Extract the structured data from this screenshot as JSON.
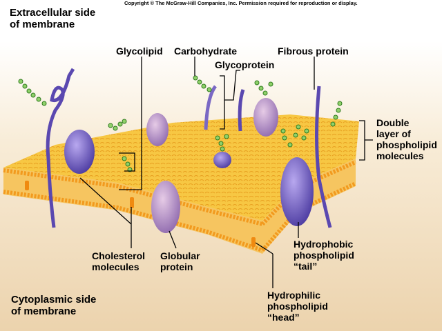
{
  "copyright": "Copyright © The McGraw-Hill Companies, Inc. Permission required for reproduction or display.",
  "labels": {
    "extracellular": [
      "Extracellular side",
      "of membrane"
    ],
    "glycolipid": "Glycolipid",
    "carbohydrate": "Carbohydrate",
    "glycoprotein": "Glycoprotein",
    "fibrous": "Fibrous protein",
    "double_layer": [
      "Double",
      "layer of",
      "phospholipid",
      "molecules"
    ],
    "cholesterol": [
      "Cholesterol",
      "molecules"
    ],
    "globular": [
      "Globular",
      "protein"
    ],
    "hydrophobic": [
      "Hydrophobic",
      "phospholipid",
      "“tail”"
    ],
    "hydrophilic": [
      "Hydrophilic",
      "phospholipid",
      "“head”"
    ],
    "cytoplasmic": [
      "Cytoplasmic side",
      "of membrane"
    ]
  },
  "colors": {
    "membrane_top": "#f7c948",
    "slab": "#f3b23c",
    "head": "#f29a1e",
    "protein": "#6a5ab8",
    "globular": "#a07cc0",
    "carb": "#5fae3e",
    "bg": "#f3e2c4"
  }
}
